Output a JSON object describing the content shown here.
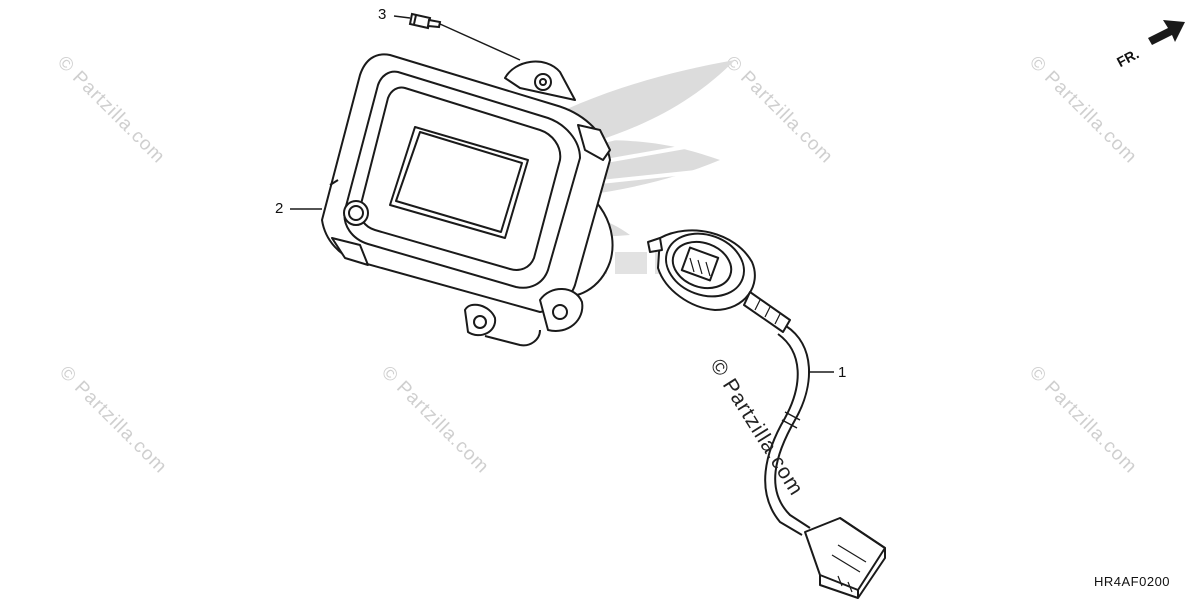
{
  "watermark": {
    "text": "© Partzilla.com"
  },
  "diagram_code": "HR4AF0200",
  "direction_label": "FR.",
  "callouts": [
    {
      "number": "1",
      "part": "cable"
    },
    {
      "number": "2",
      "part": "meter-unit"
    },
    {
      "number": "3",
      "part": "screw"
    }
  ],
  "colors": {
    "line": "#1a1a1a",
    "watermark": "#cfcfcf",
    "logo": "#d4d4d4"
  },
  "icons": [
    "direction-arrow-icon",
    "honda-wing-logo"
  ]
}
